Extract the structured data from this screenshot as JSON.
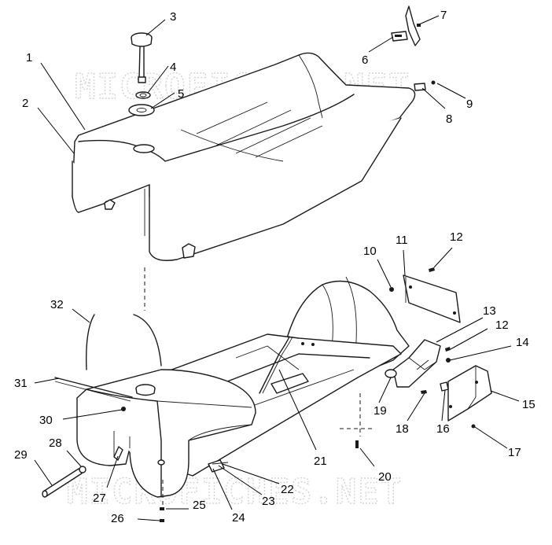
{
  "watermark": "MICROFICHES.NET",
  "colors": {
    "line": "#1a1a1a",
    "background": "#ffffff",
    "watermark": "#d4d4d4"
  },
  "callouts": [
    {
      "id": "1",
      "label": "1"
    },
    {
      "id": "2",
      "label": "2"
    },
    {
      "id": "3",
      "label": "3"
    },
    {
      "id": "4",
      "label": "4"
    },
    {
      "id": "5",
      "label": "5"
    },
    {
      "id": "6",
      "label": "6"
    },
    {
      "id": "7",
      "label": "7"
    },
    {
      "id": "8",
      "label": "8"
    },
    {
      "id": "9",
      "label": "9"
    },
    {
      "id": "10",
      "label": "10"
    },
    {
      "id": "11",
      "label": "11"
    },
    {
      "id": "12a",
      "label": "12"
    },
    {
      "id": "12b",
      "label": "12"
    },
    {
      "id": "13",
      "label": "13"
    },
    {
      "id": "14",
      "label": "14"
    },
    {
      "id": "15",
      "label": "15"
    },
    {
      "id": "16",
      "label": "16"
    },
    {
      "id": "17",
      "label": "17"
    },
    {
      "id": "18",
      "label": "18"
    },
    {
      "id": "19",
      "label": "19"
    },
    {
      "id": "20",
      "label": "20"
    },
    {
      "id": "21",
      "label": "21"
    },
    {
      "id": "22",
      "label": "22"
    },
    {
      "id": "23",
      "label": "23"
    },
    {
      "id": "24",
      "label": "24"
    },
    {
      "id": "25",
      "label": "25"
    },
    {
      "id": "26",
      "label": "26"
    },
    {
      "id": "27",
      "label": "27"
    },
    {
      "id": "28",
      "label": "28"
    },
    {
      "id": "29",
      "label": "29"
    },
    {
      "id": "30",
      "label": "30"
    },
    {
      "id": "31",
      "label": "31"
    },
    {
      "id": "32",
      "label": "32"
    }
  ]
}
